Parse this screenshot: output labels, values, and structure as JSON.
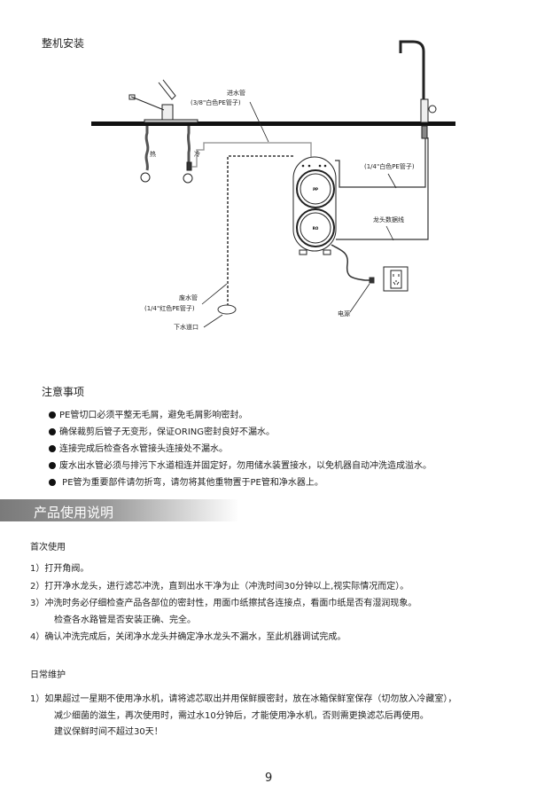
{
  "install": {
    "title": "整机安装",
    "diagram": {
      "inlet_pipe": "进水管",
      "inlet_pipe_spec": "(3/8\"白色PE管子)",
      "hot": "热",
      "cold": "冷",
      "white_pipe_spec": "(1/4\"白色PE管子)",
      "faucet_data_cable": "龙头数据线",
      "power": "电源",
      "waste_pipe": "废水管",
      "waste_pipe_spec": "(1/4\"红色PE管子)",
      "drain": "下水道口",
      "filter_top": "PP",
      "filter_bottom": "RO"
    }
  },
  "notes": {
    "title": "注意事项",
    "items": [
      "PE管切口必须平整无毛屑，避免毛屑影响密封。",
      "确保裁剪后管子无变形，保证ORING密封良好不漏水。",
      "连接完成后检查各水管接头连接处不漏水。",
      "废水出水管必须与排污下水道相连并固定好，勿用储水装置接水，以免机器自动冲洗造成溢水。",
      " PE管为重要部件请勿折弯，请勿将其他重物置于PE管和净水器上。"
    ]
  },
  "section_title": "产品使用说明",
  "first_use": {
    "title": "首次使用",
    "items": [
      "1）打开角阀。",
      "2）打开净水龙头，进行滤芯冲洗，直到出水干净为止（冲洗时间30分钟以上,视实际情况而定）。",
      "3）冲洗时务必仔细检查产品各部位的密封性，用面巾纸擦拭各连接点，看面巾纸是否有湿润现象。",
      "检查各水路管是否安装正确、完全。",
      "4）确认冲洗完成后，关闭净水龙头并确定净水龙头不漏水，至此机器调试完成。"
    ]
  },
  "maintenance": {
    "title": "日常维护",
    "items": [
      "1）如果超过一星期不使用净水机，请将滤芯取出并用保鲜膜密封，放在冰箱保鲜室保存（切勿放入冷藏室），",
      "减少细菌的滋生，再次使用时，需过水10分钟后，才能使用净水机，否则需更换滤芯后再使用。",
      "建议保鲜时间不超过30天！"
    ]
  },
  "page_number": "9"
}
